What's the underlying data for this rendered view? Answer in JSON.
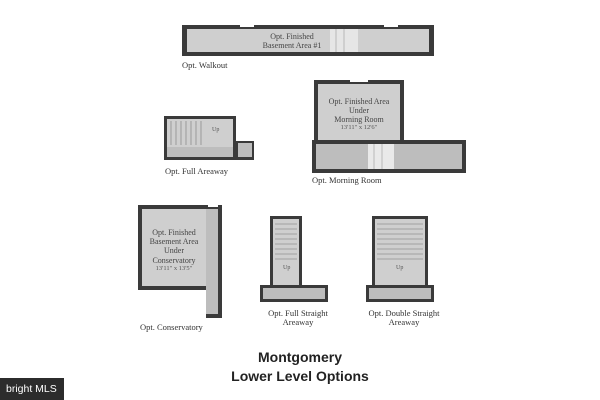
{
  "options": {
    "walkout": {
      "caption": "Opt. Walkout",
      "room": "Opt. Finished Basement Area #1"
    },
    "full_areaway": {
      "caption": "Opt. Full Areaway",
      "up": "Up"
    },
    "morning_room": {
      "caption": "Opt. Morning Room",
      "room_line1": "Opt. Finished Area",
      "room_line2": "Under",
      "room_line3": "Morning Room",
      "dimensions": "13'11\" x 12'6\""
    },
    "conservatory": {
      "caption": "Opt. Conservatory",
      "room_line1": "Opt. Finished",
      "room_line2": "Basement Area",
      "room_line3": "Under",
      "room_line4": "Conservatory",
      "dimensions": "13'11\" x 13'5\""
    },
    "full_straight_areaway": {
      "caption_line1": "Opt. Full Straight",
      "caption_line2": "Areaway",
      "up": "Up"
    },
    "double_straight_areaway": {
      "caption_line1": "Opt. Double Straight",
      "caption_line2": "Areaway",
      "up": "Up"
    }
  },
  "title": {
    "line1": "Montgomery",
    "line2": "Lower Level Options"
  },
  "watermark": "bright MLS",
  "colors": {
    "wall": "#3a3a3a",
    "floor": "#cfcfcf",
    "floor_dark": "#b9b9b9"
  }
}
